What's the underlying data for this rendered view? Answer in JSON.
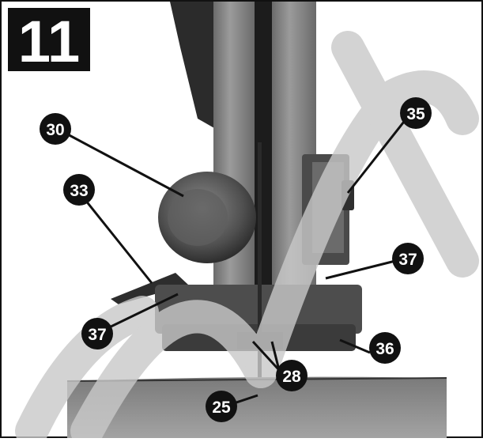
{
  "figure": {
    "number": "11",
    "callouts": [
      {
        "id": "c30",
        "label": "30"
      },
      {
        "id": "c33",
        "label": "33"
      },
      {
        "id": "c35",
        "label": "35"
      },
      {
        "id": "c37a",
        "label": "37"
      },
      {
        "id": "c37b",
        "label": "37"
      },
      {
        "id": "c36",
        "label": "36"
      },
      {
        "id": "c28",
        "label": "28"
      },
      {
        "id": "c25",
        "label": "25"
      }
    ]
  },
  "colors": {
    "watermark": "#c9c9c9",
    "callout_fill": "#111111",
    "callout_text": "#ffffff",
    "metal_dark": "#3a3a3a",
    "metal_mid": "#6e6e6e",
    "metal_light": "#9a9a9a"
  }
}
